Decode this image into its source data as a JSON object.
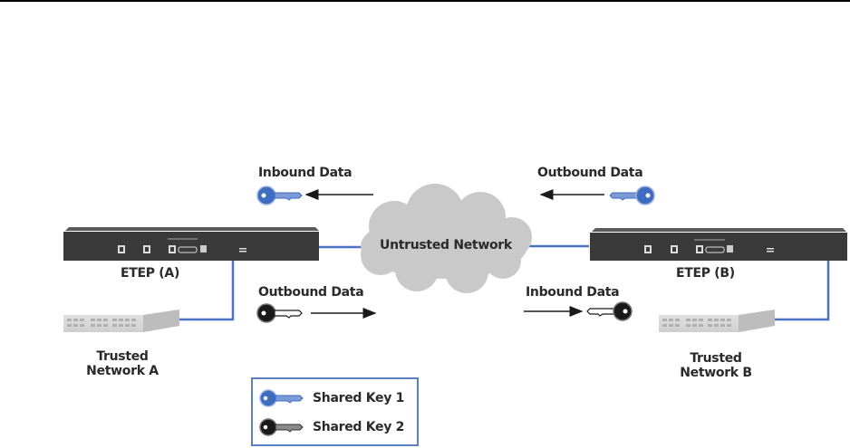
{
  "diagram": {
    "title": "ETEP Encryption Between Trusted Networks",
    "nodes": {
      "etep_a": "ETEP (A)",
      "etep_b": "ETEP (B)",
      "trusted_a_line1": "Trusted",
      "trusted_a_line2": "Network A",
      "trusted_b_line1": "Trusted",
      "trusted_b_line2": "Network B",
      "cloud": "Untrusted Network"
    },
    "flows": {
      "left_top": "Inbound Data",
      "right_top": "Outbound Data",
      "left_bottom": "Outbound Data",
      "right_bottom": "Inbound Data"
    },
    "legend": {
      "items": [
        {
          "label": "Shared Key 1",
          "color": "#3d6cc0"
        },
        {
          "label": "Shared Key 2",
          "color": "#1a1a1a"
        }
      ]
    },
    "colors": {
      "link": "#4a72c4",
      "device": "#3a3a3a",
      "cloud": "#c8c8c8"
    }
  }
}
